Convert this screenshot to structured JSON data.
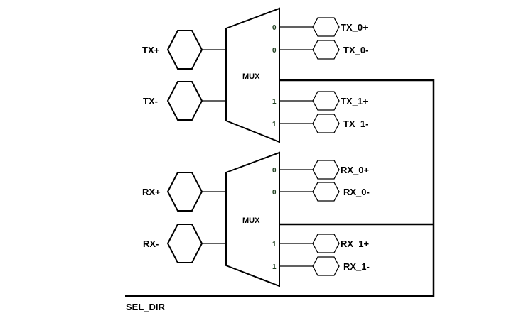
{
  "mux_label": "MUX",
  "upper": {
    "in_pos": "TX+",
    "in_neg": "TX-",
    "pins": [
      "0",
      "0",
      "1",
      "1"
    ],
    "outs": [
      "TX_0+",
      "TX_0-",
      "TX_1+",
      "TX_1-"
    ]
  },
  "lower": {
    "in_pos": "RX+",
    "in_neg": "RX-",
    "pins": [
      "0",
      "0",
      "1",
      "1"
    ],
    "outs": [
      "RX_0+",
      "RX_0-",
      "RX_1+",
      "RX_1-"
    ]
  },
  "select_label": "SEL_DIR"
}
